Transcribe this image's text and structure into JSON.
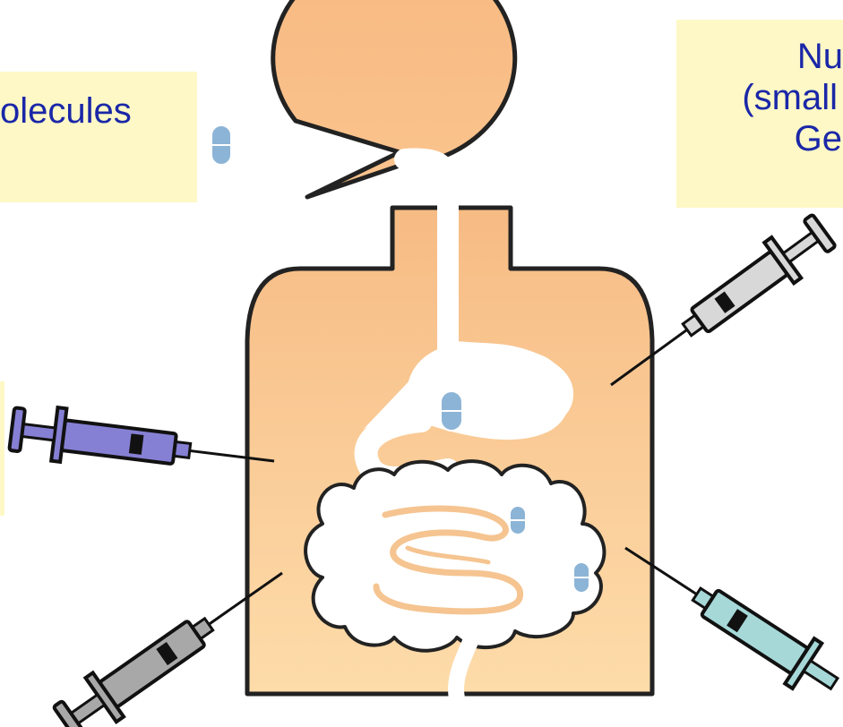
{
  "labels": {
    "left": "olecules",
    "right_lines": [
      "Nu",
      "(small i",
      "Ge"
    ]
  },
  "colors": {
    "body_fill": "#fbc891",
    "gut": "#ffffff",
    "label_bg": "#fdf8c6",
    "label_text": "#1a27a8",
    "pill": "#8cb4d6",
    "syringe_purple": "#8680d4",
    "syringe_gray": "#a8a8a8",
    "syringe_light": "#d8d8d8",
    "syringe_teal": "#a6d8d8"
  },
  "icons": [
    "pill-icon",
    "syringe-icon"
  ]
}
